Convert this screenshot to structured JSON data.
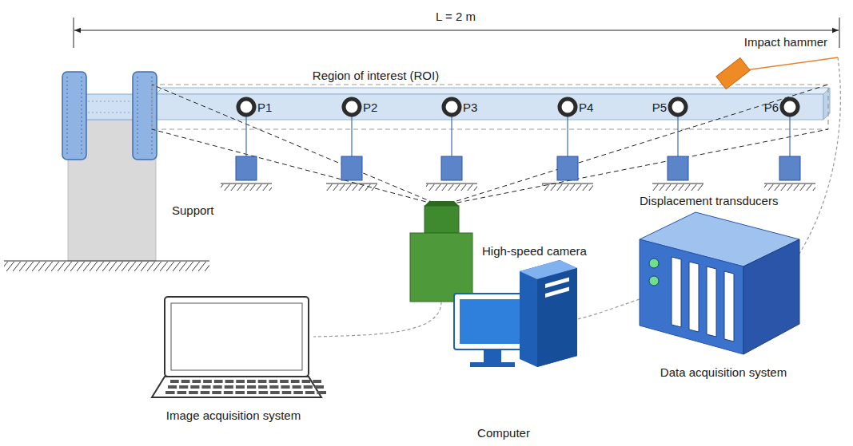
{
  "diagram": {
    "labels": [
      "L = 2 m",
      "Region of interest (ROI)",
      "Impact hammer",
      "P1",
      "P2",
      "P3",
      "P4",
      "P5",
      "P6",
      "Support",
      "Displacement transducers",
      "High-speed camera",
      "Data acquisition system",
      "Image acquisition system",
      "Computer"
    ]
  }
}
